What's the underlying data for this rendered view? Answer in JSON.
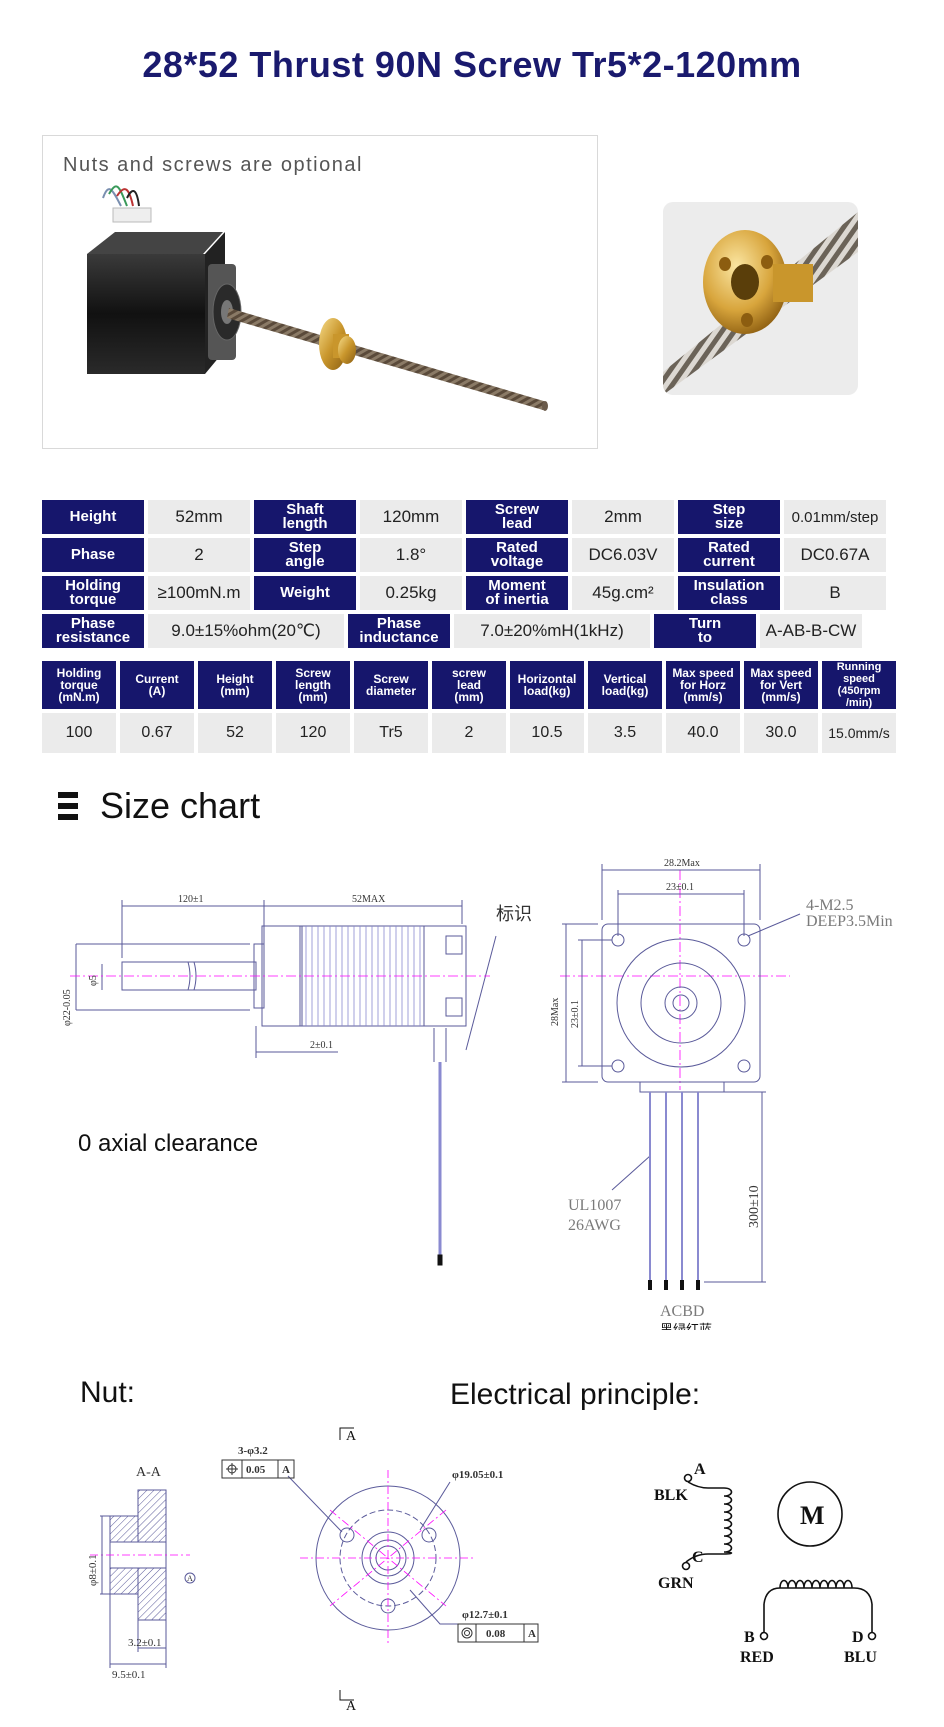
{
  "title": "28*52 Thrust 90N Screw Tr5*2-120mm",
  "photo_caption": "Nuts and screws are optional",
  "spec_table_1": {
    "row1": [
      {
        "h": [
          "Height"
        ],
        "v": "52mm"
      },
      {
        "h": [
          "Shaft",
          "length"
        ],
        "v": "120mm"
      },
      {
        "h": [
          "Screw",
          "lead"
        ],
        "v": "2mm"
      },
      {
        "h": [
          "Step",
          "size"
        ],
        "v": "0.01mm/step"
      }
    ],
    "row2": [
      {
        "h": [
          "Phase"
        ],
        "v": "2"
      },
      {
        "h": [
          "Step",
          "angle"
        ],
        "v": "1.8°"
      },
      {
        "h": [
          "Rated",
          "voltage"
        ],
        "v": "DC6.03V"
      },
      {
        "h": [
          "Rated",
          "current"
        ],
        "v": "DC0.67A"
      }
    ],
    "row3": [
      {
        "h": [
          "Holding",
          "torque"
        ],
        "v": "≥100mN.m"
      },
      {
        "h": [
          "Weight"
        ],
        "v": "0.25kg"
      },
      {
        "h": [
          "Moment",
          "of inertia"
        ],
        "v": "45g.cm²"
      },
      {
        "h": [
          "Insulation",
          "class"
        ],
        "v": "B"
      }
    ],
    "row4": [
      {
        "h": [
          "Phase",
          "resistance"
        ],
        "v": "9.0±15%ohm(20℃)"
      },
      {
        "h": [
          "Phase",
          "inductance"
        ],
        "v": "7.0±20%mH(1kHz)"
      },
      {
        "h": [
          "Turn",
          "to"
        ],
        "v": "A-AB-B-CW"
      }
    ]
  },
  "spec_table_2": {
    "headers": [
      [
        "Holding",
        "torque",
        "(mN.m)"
      ],
      [
        "Current",
        "(A)"
      ],
      [
        "Height",
        "(mm)"
      ],
      [
        "Screw",
        "length",
        "(mm)"
      ],
      [
        "Screw",
        "diameter"
      ],
      [
        "screw",
        "lead",
        "(mm)"
      ],
      [
        "Horizontal",
        "load(kg)"
      ],
      [
        "Vertical",
        "load(kg)"
      ],
      [
        "Max speed",
        "for Horz",
        "(mm/s)"
      ],
      [
        "Max speed",
        "for Vert",
        "(mm/s)"
      ],
      [
        "Running speed",
        "(450rpm",
        "/min)"
      ]
    ],
    "values": [
      "100",
      "0.67",
      "52",
      "120",
      "Tr5",
      "2",
      "10.5",
      "3.5",
      "40.0",
      "30.0",
      "15.0mm/s"
    ]
  },
  "size_chart": {
    "heading": "Size chart",
    "dim_120": "120±1",
    "dim_52max": "52MAX",
    "mark_label": "标识",
    "dim_22": "φ22-0.05",
    "dim_5": "φ5",
    "dim_2": "2±0.1",
    "axial_note": "0 axial clearance",
    "dim_28_2": "28.2Max",
    "dim_23_top": "23±0.1",
    "screw_note_1": "4-M2.5",
    "screw_note_2": "DEEP3.5Min",
    "dim_28_side": "28Max",
    "dim_23_side": "23±0.1",
    "wire_1": "UL1007",
    "wire_2": "26AWG",
    "dim_300": "300±10",
    "wire_order": "ACBD",
    "wire_colors": "黑绿红蓝"
  },
  "nut": {
    "heading": "Nut:",
    "section": "A-A",
    "dim_8": "φ8±0.1",
    "dim_3_2": "3.2±0.1",
    "dim_9_5": "9.5±0.1",
    "holes": "3-φ3.2",
    "pos_tol": "0.05",
    "datum": "A",
    "dim_19": "φ19.05±0.1",
    "dim_12": "φ12.7±0.1",
    "flat_tol": "0.08",
    "cut_a": "A"
  },
  "electrical": {
    "heading": "Electrical principle:",
    "motor": "M",
    "a_label": "A",
    "blk": "BLK",
    "c_label": "C",
    "grn": "GRN",
    "b_label": "B",
    "red": "RED",
    "d_label": "D",
    "blu": "BLU"
  }
}
